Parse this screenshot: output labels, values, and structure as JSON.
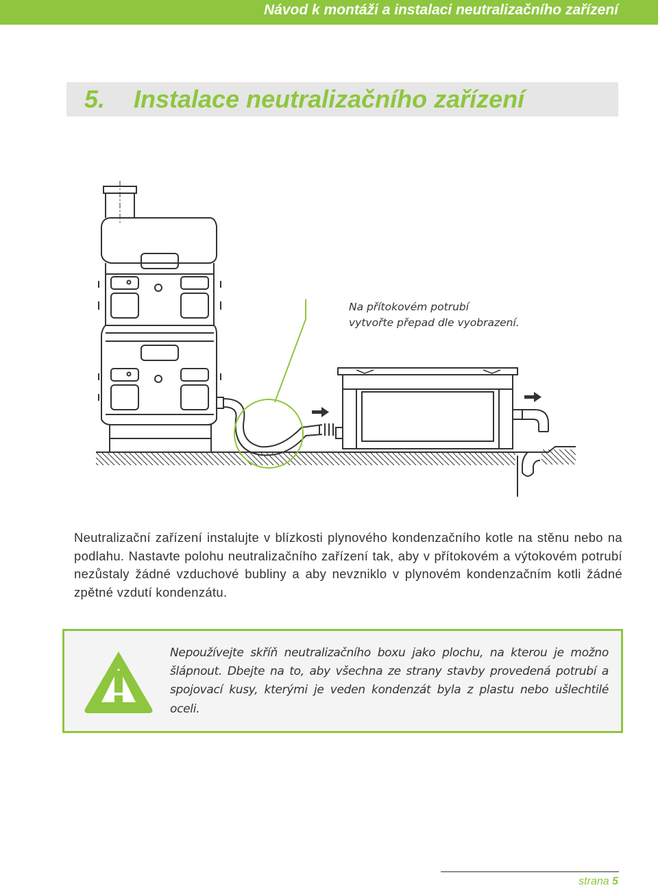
{
  "header": {
    "title": "Návod k montáži a instalaci neutralizačního zařízení"
  },
  "section": {
    "number": "5.",
    "title": "Instalace neutralizačního zařízení"
  },
  "figure": {
    "callout_line1": "Na přítokovém potrubí",
    "callout_line2": "vytvořte přepad dle vyobrazení."
  },
  "body": {
    "paragraph": "Neutralizační zařízení instalujte v blízkosti plynového kondenzačního kotle na stěnu nebo na podlahu. Nastavte polohu neutralizačního zařízení tak, aby v přítokovém a výtokovém potrubí nezůstaly žádné vzduchové bubliny a aby nevzniklo v plynovém kondenzačním kotli žádné zpětné vzdutí kondenzátu."
  },
  "warning": {
    "text": "Nepoužívejte skříň neutralizačního boxu jako plochu, na kterou je možno šlápnout. Dbejte na to, aby všechna ze strany stavby provedená potrubí a spojovací kusy, kterými je veden kondenzát byla z plastu nebo ušlechtilé oceli."
  },
  "footer": {
    "page_label": "strana",
    "page_number": "5"
  },
  "colors": {
    "accent": "#8ec63f",
    "section_bg": "#e6e6e6",
    "warning_bg": "#f4f4f4",
    "text": "#333333"
  }
}
